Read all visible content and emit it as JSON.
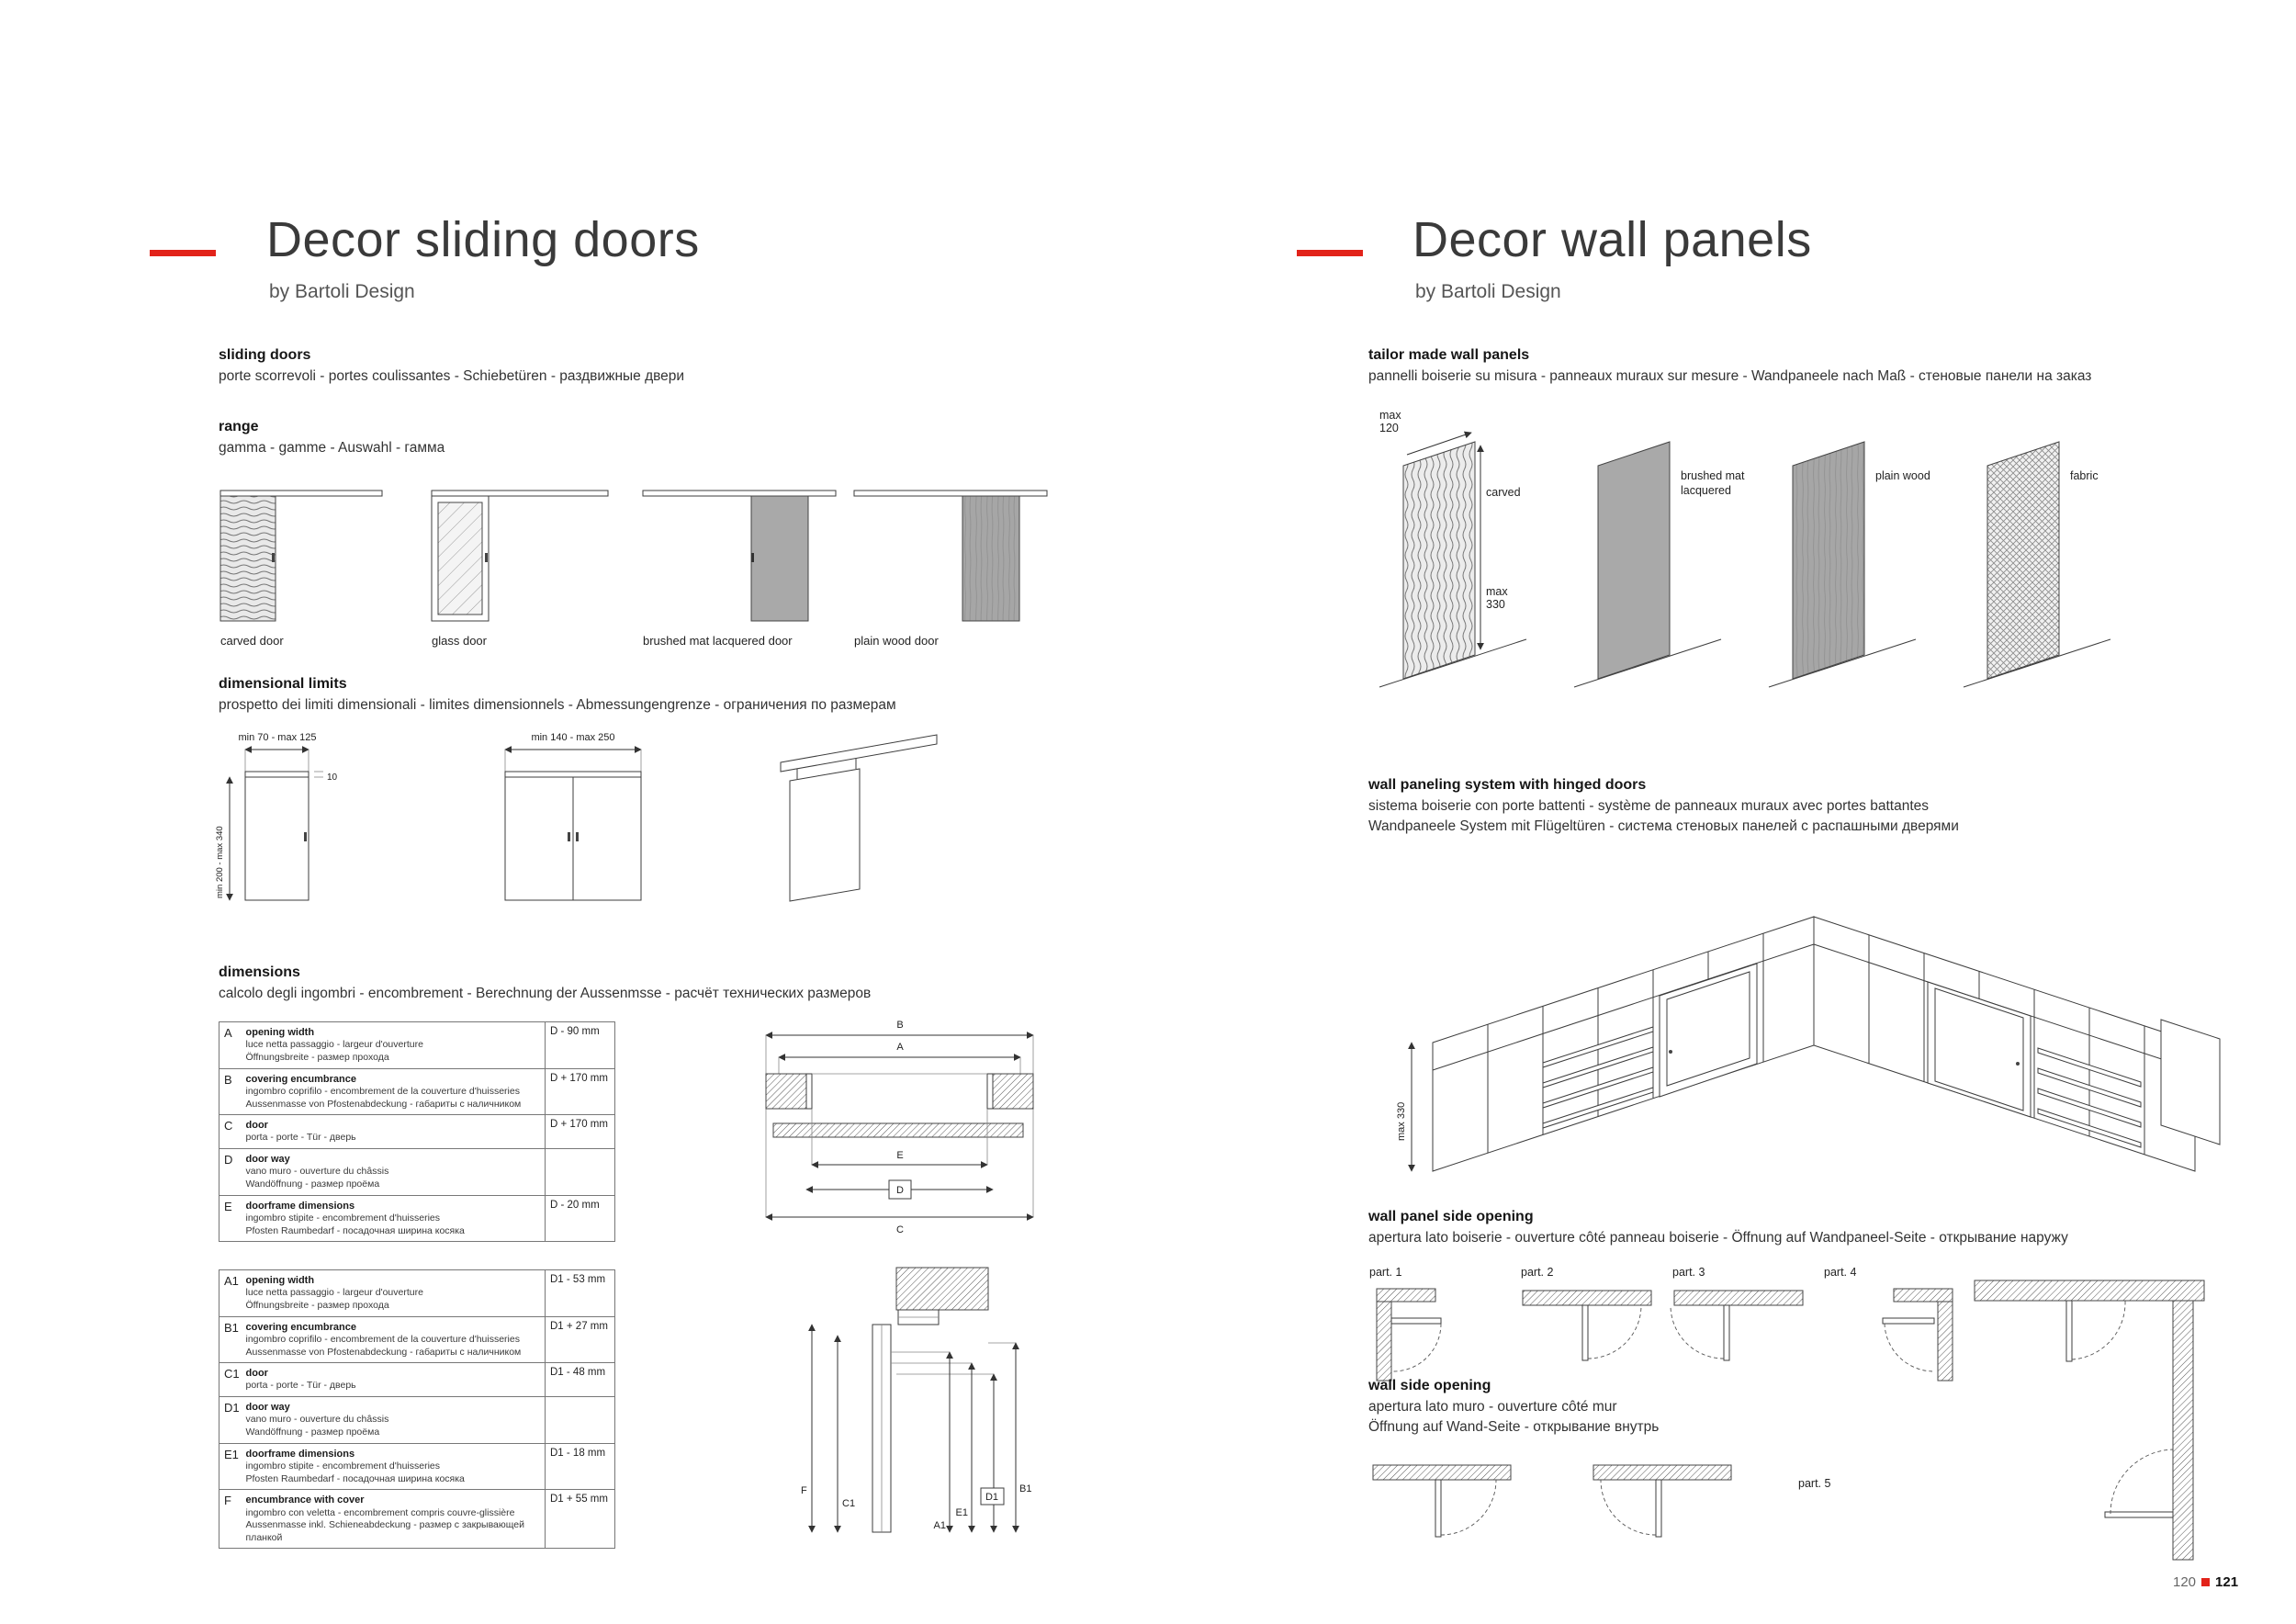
{
  "footer": {
    "left_page": "120",
    "right_page": "121"
  },
  "left_page": {
    "title": "Decor sliding doors",
    "subtitle": "by Bartoli Design",
    "sliding_doors": {
      "heading": "sliding doors",
      "translations": "porte scorrevoli - portes coulissantes - Schiebetüren - раздвижные двери"
    },
    "range": {
      "heading": "range",
      "translations": "gamma - gamme - Auswahl - гамма",
      "doors": [
        {
          "label": "carved door"
        },
        {
          "label": "glass door"
        },
        {
          "label": "brushed mat lacquered door"
        },
        {
          "label": "plain wood door"
        }
      ]
    },
    "dimensional_limits": {
      "heading": "dimensional limits",
      "translations": "prospetto dei limiti dimensionali - limites dimensionnels - Abmessungengrenze - ограничения по размерам",
      "single_door_width": "min 70 - max 125",
      "double_door_width": "min 140 - max 250",
      "door_height": "min 200 - max 340",
      "track_height": "10"
    },
    "dimensions": {
      "heading": "dimensions",
      "translations": "calcolo degli ingombri - encombrement - Berechnung der Aussenmsse - расчёт технических размеров",
      "table1": {
        "rows": [
          {
            "key": "A",
            "en": "opening width",
            "t1": "luce netta passaggio - largeur d'ouverture",
            "t2": "Öffnungsbreite - размер прохода",
            "value": "D - 90 mm"
          },
          {
            "key": "B",
            "en": "covering encumbrance",
            "t1": "ingombro coprifilo - encombrement de la couverture d'huisseries",
            "t2": "Aussenmasse von Pfostenabdeckung - габариты с наличником",
            "value": "D + 170 mm"
          },
          {
            "key": "C",
            "en": "door",
            "t1": "porta - porte - Tür - дверь",
            "t2": "",
            "value": "D + 170 mm"
          },
          {
            "key": "D",
            "en": "door way",
            "t1": "vano muro - ouverture du châssis",
            "t2": "Wandöffnung - размер проёма",
            "value": ""
          },
          {
            "key": "E",
            "en": "doorframe dimensions",
            "t1": "ingombro stipite - encombrement d'huisseries",
            "t2": "Pfosten Raumbedarf - посадочная ширина косяка",
            "value": "D - 20 mm"
          }
        ]
      },
      "plan_labels": {
        "B": "B",
        "A": "A",
        "E": "E",
        "D": "D",
        "C": "C"
      },
      "table2": {
        "rows": [
          {
            "key": "A1",
            "en": "opening width",
            "t1": "luce netta passaggio - largeur d'ouverture",
            "t2": "Öffnungsbreite - размер прохода",
            "value": "D1 - 53 mm"
          },
          {
            "key": "B1",
            "en": "covering encumbrance",
            "t1": "ingombro coprifilo - encombrement de la couverture d'huisseries",
            "t2": "Aussenmasse von Pfostenabdeckung - габариты с наличником",
            "value": "D1 + 27 mm"
          },
          {
            "key": "C1",
            "en": "door",
            "t1": "porta - porte - Tür - дверь",
            "t2": "",
            "value": "D1 - 48 mm"
          },
          {
            "key": "D1",
            "en": "door way",
            "t1": "vano muro - ouverture du châssis",
            "t2": "Wandöffnung - размер проёма",
            "value": ""
          },
          {
            "key": "E1",
            "en": "doorframe dimensions",
            "t1": "ingombro stipite - encombrement d'huisseries",
            "t2": "Pfosten Raumbedarf - посадочная ширина косяка",
            "value": "D1 - 18 mm"
          },
          {
            "key": "F",
            "en": "encumbrance with cover",
            "t1": "ingombro con veletta - encombrement compris couvre-glissière",
            "t2": "Aussenmasse inkl. Schieneabdeckung - размер с закрывающей планкой",
            "value": "D1 + 55 mm"
          }
        ]
      },
      "section_labels": {
        "F": "F",
        "C1": "C1",
        "A1": "A1",
        "E1": "E1",
        "D1": "D1",
        "B1": "B1"
      }
    }
  },
  "right_page": {
    "title": "Decor wall panels",
    "subtitle": "by Bartoli Design",
    "tailor_made": {
      "heading": "tailor made wall panels",
      "translations": "pannelli boiserie su misura - panneaux muraux sur mesure - Wandpaneele nach Maß - стеновые панели на заказ",
      "max_width": "max 120",
      "max_height": "max 330",
      "panels": [
        {
          "label": "carved"
        },
        {
          "label": "brushed mat lacquered"
        },
        {
          "label": "plain wood"
        },
        {
          "label": "fabric"
        }
      ]
    },
    "hinged_doors": {
      "heading": "wall paneling system with hinged doors",
      "translations_line1": "sistema boiserie con porte battenti - système de panneaux muraux avec portes battantes",
      "translations_line2": "Wandpaneele System mit Flügeltüren - система стеновых панелей с распашными дверями",
      "max_height": "max 330"
    },
    "panel_side_opening": {
      "heading": "wall panel side opening",
      "translations": "apertura lato boiserie - ouverture côté panneau boiserie - Öffnung auf Wandpaneel-Seite - открывание наружу",
      "parts": [
        "part. 1",
        "part. 2",
        "part. 3",
        "part. 4"
      ]
    },
    "wall_side_opening": {
      "heading": "wall side opening",
      "translations_line1": "apertura lato muro - ouverture côté mur",
      "translations_line2": "Öffnung auf Wand-Seite - открывание внутрь",
      "part5": "part. 5"
    }
  }
}
